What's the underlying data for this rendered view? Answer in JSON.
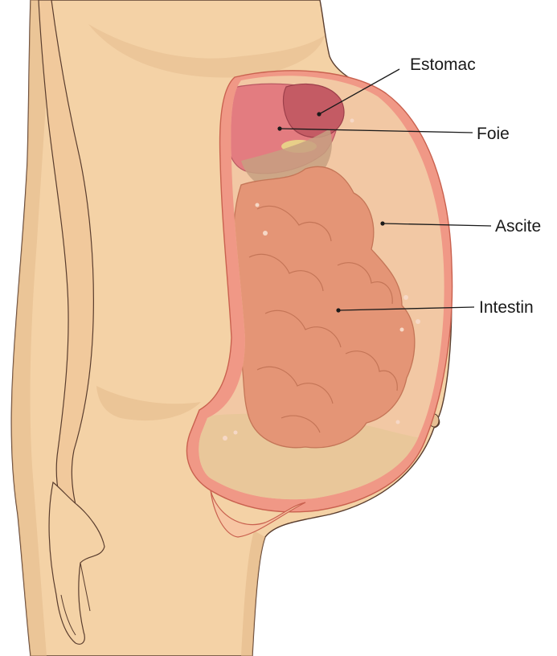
{
  "labels": {
    "stomach": "Estomac",
    "liver": "Foie",
    "ascites": "Ascite",
    "intestine": "Intestin"
  },
  "colors": {
    "skin": "#f4d2a6",
    "skin_shadow": "#d9a878",
    "outline": "#5a3d2e",
    "abdominal_wall": "#f09886",
    "fluid": "#f2c8a4",
    "intestine": "#e49576",
    "liver": "#e37c80",
    "stomach": "#c45b64",
    "pelvic_fat": "#e9c79a"
  },
  "icons": [
    "navel-icon",
    "hand-icon"
  ]
}
